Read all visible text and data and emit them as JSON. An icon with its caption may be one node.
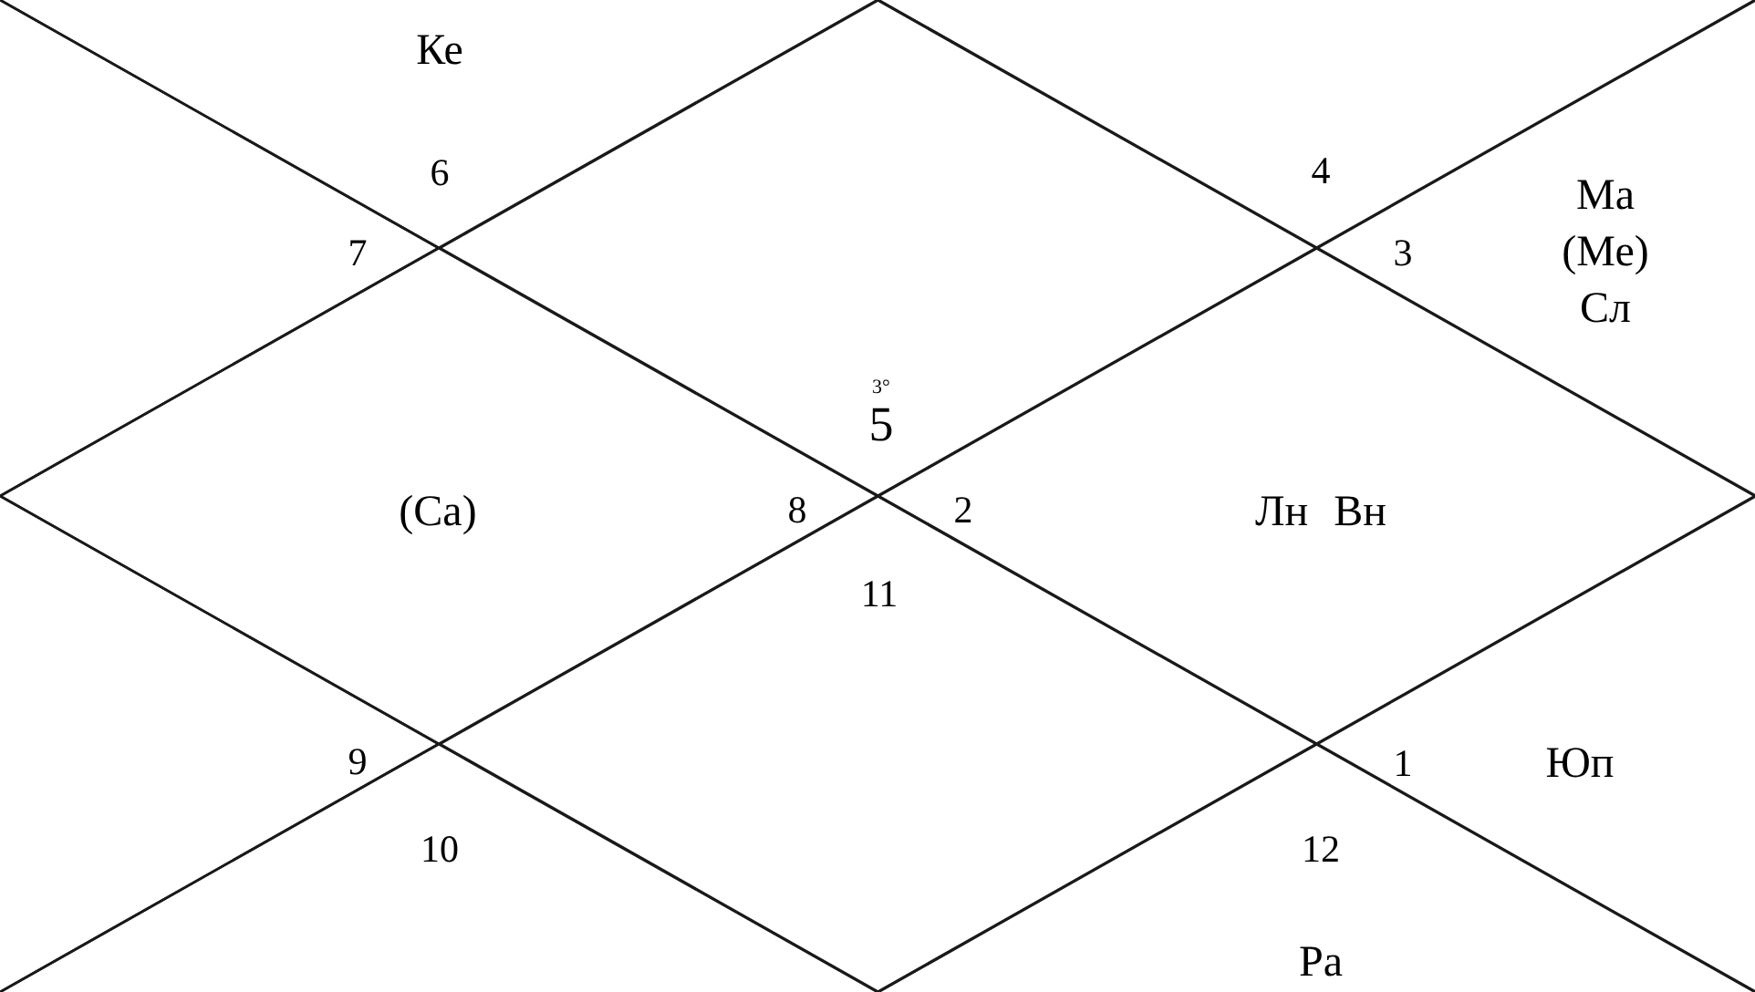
{
  "diagram": {
    "nodes": [
      {
        "text": [
          "Ке",
          "6"
        ]
      },
      {
        "text": [
          "3°",
          "5"
        ]
      },
      {
        "text": [
          "4"
        ]
      },
      {
        "text": [
          "7"
        ]
      },
      {
        "text": [
          "3",
          "Ма (Ме) Сл"
        ]
      },
      {
        "text": [
          "(Са)",
          "8"
        ]
      },
      {
        "text": [
          "2",
          "Лн Вн"
        ]
      },
      {
        "text": [
          "9"
        ]
      },
      {
        "text": [
          "1",
          "Юп"
        ]
      },
      {
        "text": [
          "10"
        ]
      },
      {
        "text": [
          "11"
        ]
      },
      {
        "text": [
          "12",
          "Ра"
        ]
      }
    ]
  }
}
